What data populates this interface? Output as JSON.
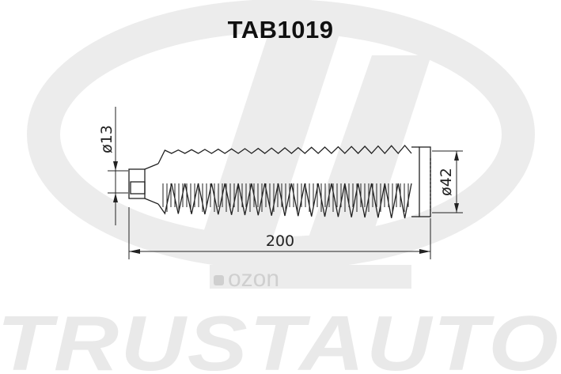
{
  "part_number": "TAB1019",
  "dimensions": {
    "small_diameter": "ø13",
    "large_diameter": "ø42",
    "length": "200"
  },
  "watermarks": {
    "brand": "TRUSTAUTO",
    "marketplace": "ozon"
  },
  "icons": {
    "brand_logo": "trustauto-logo",
    "marketplace_logo": "ozon-logo"
  },
  "colors": {
    "line": "#222222",
    "watermark": "#e9e9e9",
    "watermark_ozon": "#cfcfcf"
  }
}
